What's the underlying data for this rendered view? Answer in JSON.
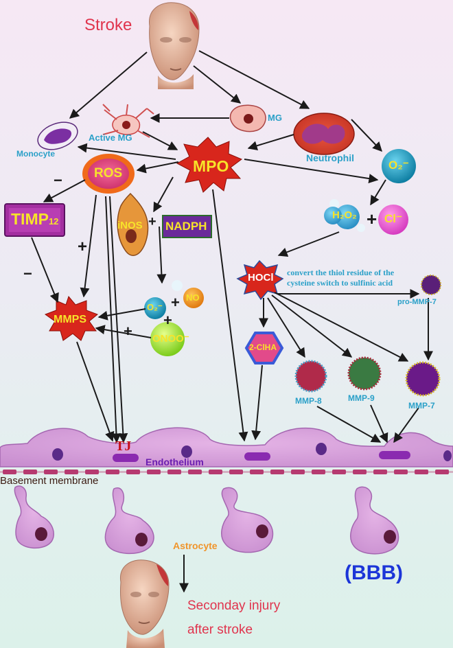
{
  "labels": {
    "stroke": "Stroke",
    "mg": "MG",
    "active_mg": "Active MG",
    "monocyte": "Monocyte",
    "neutrophil": "Neutrophil",
    "ros": "ROS",
    "mpo": "MPO",
    "o2_superoxide": "O₂⁻",
    "h2o2": "H₂O₂",
    "cl_minus": "Cl⁻",
    "timp": "TIMP",
    "timp_sub": "12",
    "inos": "iNOS",
    "nadph": "NADPH",
    "hocl": "HOCl",
    "convert_text_line1": "convert the thiol residue of the",
    "convert_text_line2": "cysteine switch to sulfinic acid",
    "pro_mmp7": "pro-MMP-7",
    "mmps": "MMPS",
    "o2_small": "O₂⁻",
    "no": "NO",
    "onoo": "ONOO⁻",
    "two_clha": "2-ClHA",
    "mmp8": "MMP-8",
    "mmp9": "MMP-9",
    "mmp7": "MMP-7",
    "tj": "TJ",
    "endothelium": "Endothelium",
    "basement_membrane": "Basement membrane",
    "astrocyte": "Astrocyte",
    "bbb": "(BBB)",
    "secondary_line1": "Seconday injury",
    "secondary_line2": "after stroke"
  },
  "signs": {
    "minus_ros_timp": "−",
    "plus_ros_mmps": "+",
    "minus_timp_mmps": "−",
    "plus_inos_nadph": "+",
    "plus_o2_no": "+",
    "plus_onoo": "+",
    "plus_onoo_mmps": "+",
    "plus_h2o2_cl": "+"
  },
  "colors": {
    "stroke_text": "#e0344d",
    "cyan_label": "#2aa0c8",
    "mpo_fill": "#d8261c",
    "mmps_fill": "#d8261c",
    "yellow_text": "#f7e32a",
    "hocl_fill": "#d8261c",
    "clha_fill": "#6a4fd0",
    "endothelium_text": "#6b1fb0",
    "astrocyte_text": "#f0942a",
    "bbb_text": "#1c35d8",
    "secondary_text": "#e0344d",
    "cell_membrane": "#c98fd0"
  }
}
